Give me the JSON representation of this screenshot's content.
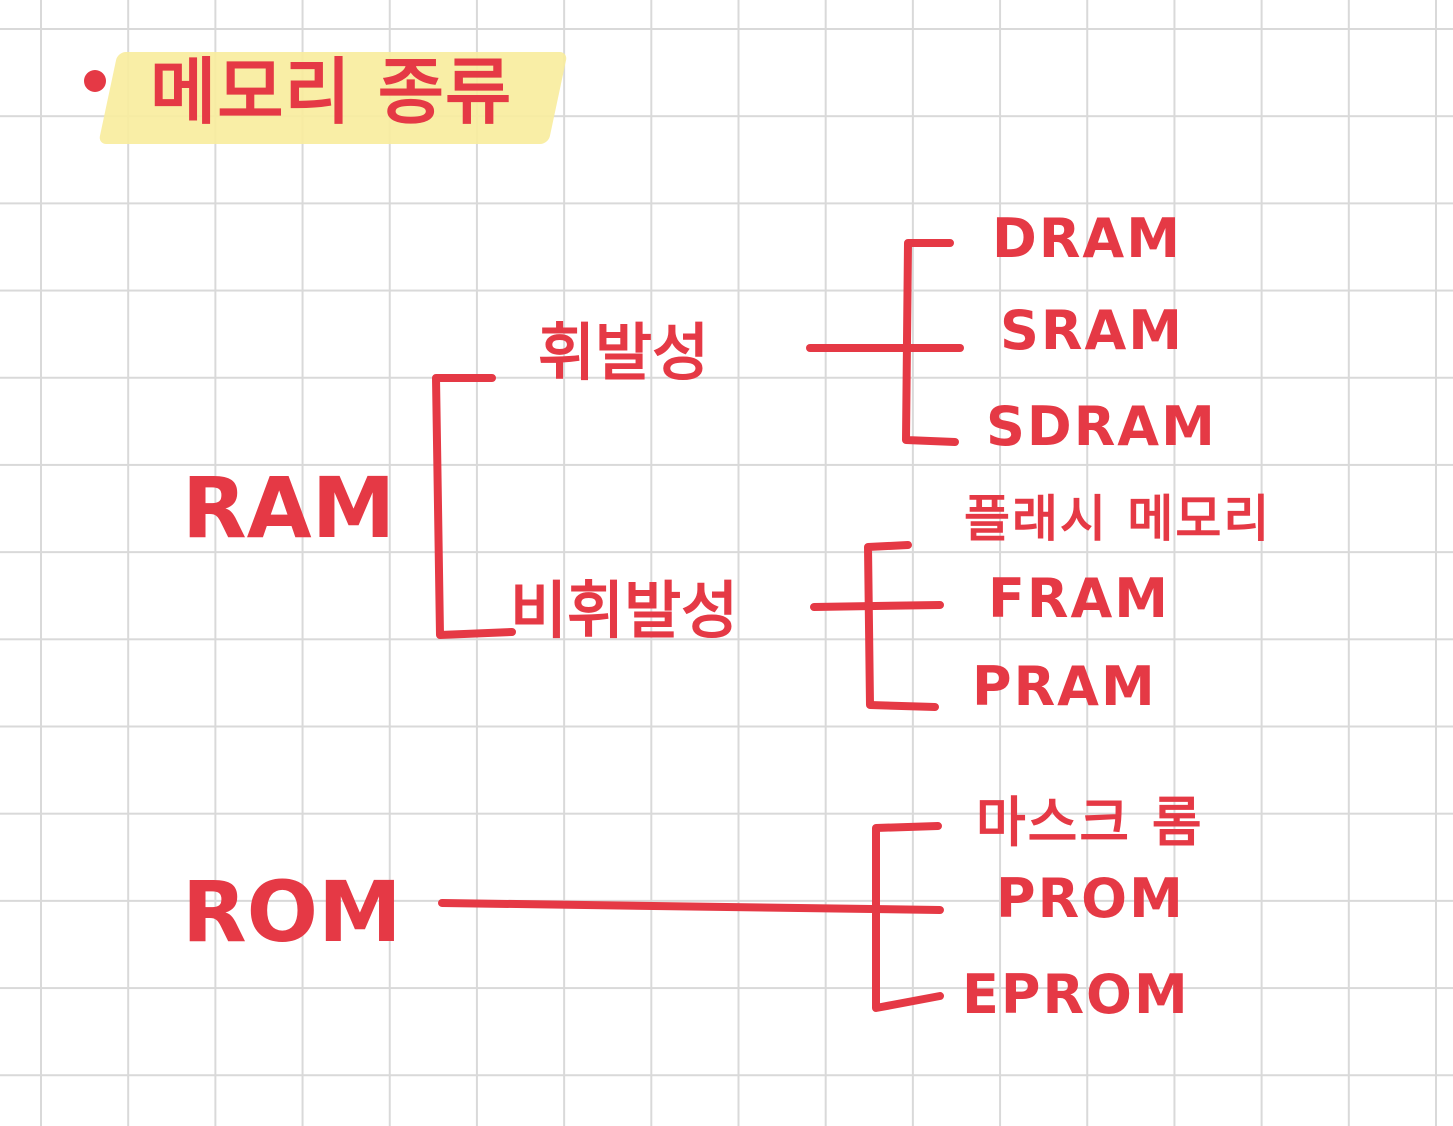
{
  "title": "메모리 종류",
  "colors": {
    "ink": "#e53945",
    "highlight": "#f8ec9c",
    "grid": "#d9d9d9",
    "paper": "#ffffff"
  },
  "ram": {
    "label": "RAM",
    "volatile": {
      "label": "휘발성",
      "items": [
        "DRAM",
        "SRAM",
        "SDRAM"
      ]
    },
    "nonvolatile": {
      "label": "비휘발성",
      "items": [
        "플래시 메모리",
        "FRAM",
        "PRAM"
      ]
    }
  },
  "rom": {
    "label": "ROM",
    "items": [
      "마스크 롬",
      "PROM",
      "EPROM"
    ]
  }
}
